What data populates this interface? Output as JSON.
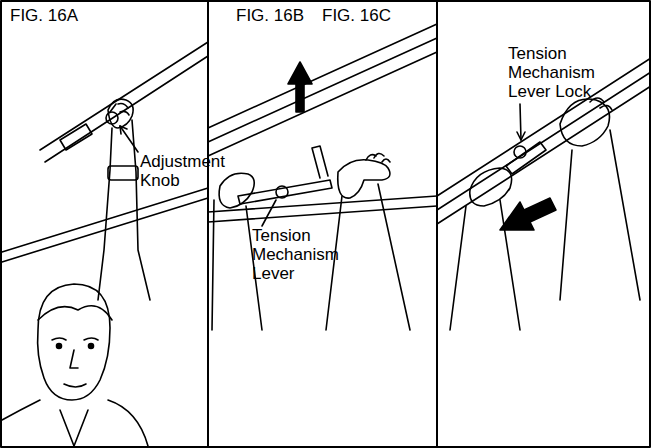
{
  "diagram": {
    "labels": [
      "FIG. 16A",
      "FIG. 16B",
      "FIG. 16C",
      "Adjustment Knob",
      "Tension Mechanism Lever",
      "Tension Mechanism Lever Lock"
    ]
  }
}
